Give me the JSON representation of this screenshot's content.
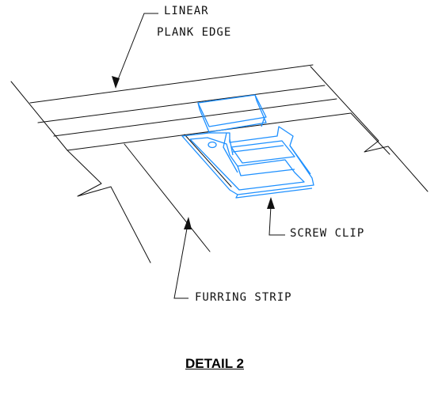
{
  "labels": {
    "linear_line1": "LINEAR",
    "linear_line2": "PLANK EDGE",
    "screw_clip": "SCREW CLIP",
    "furring_strip": "FURRING STRIP",
    "title": "DETAIL 2"
  },
  "colors": {
    "line": "#111111",
    "clip": "#1e90ff"
  }
}
